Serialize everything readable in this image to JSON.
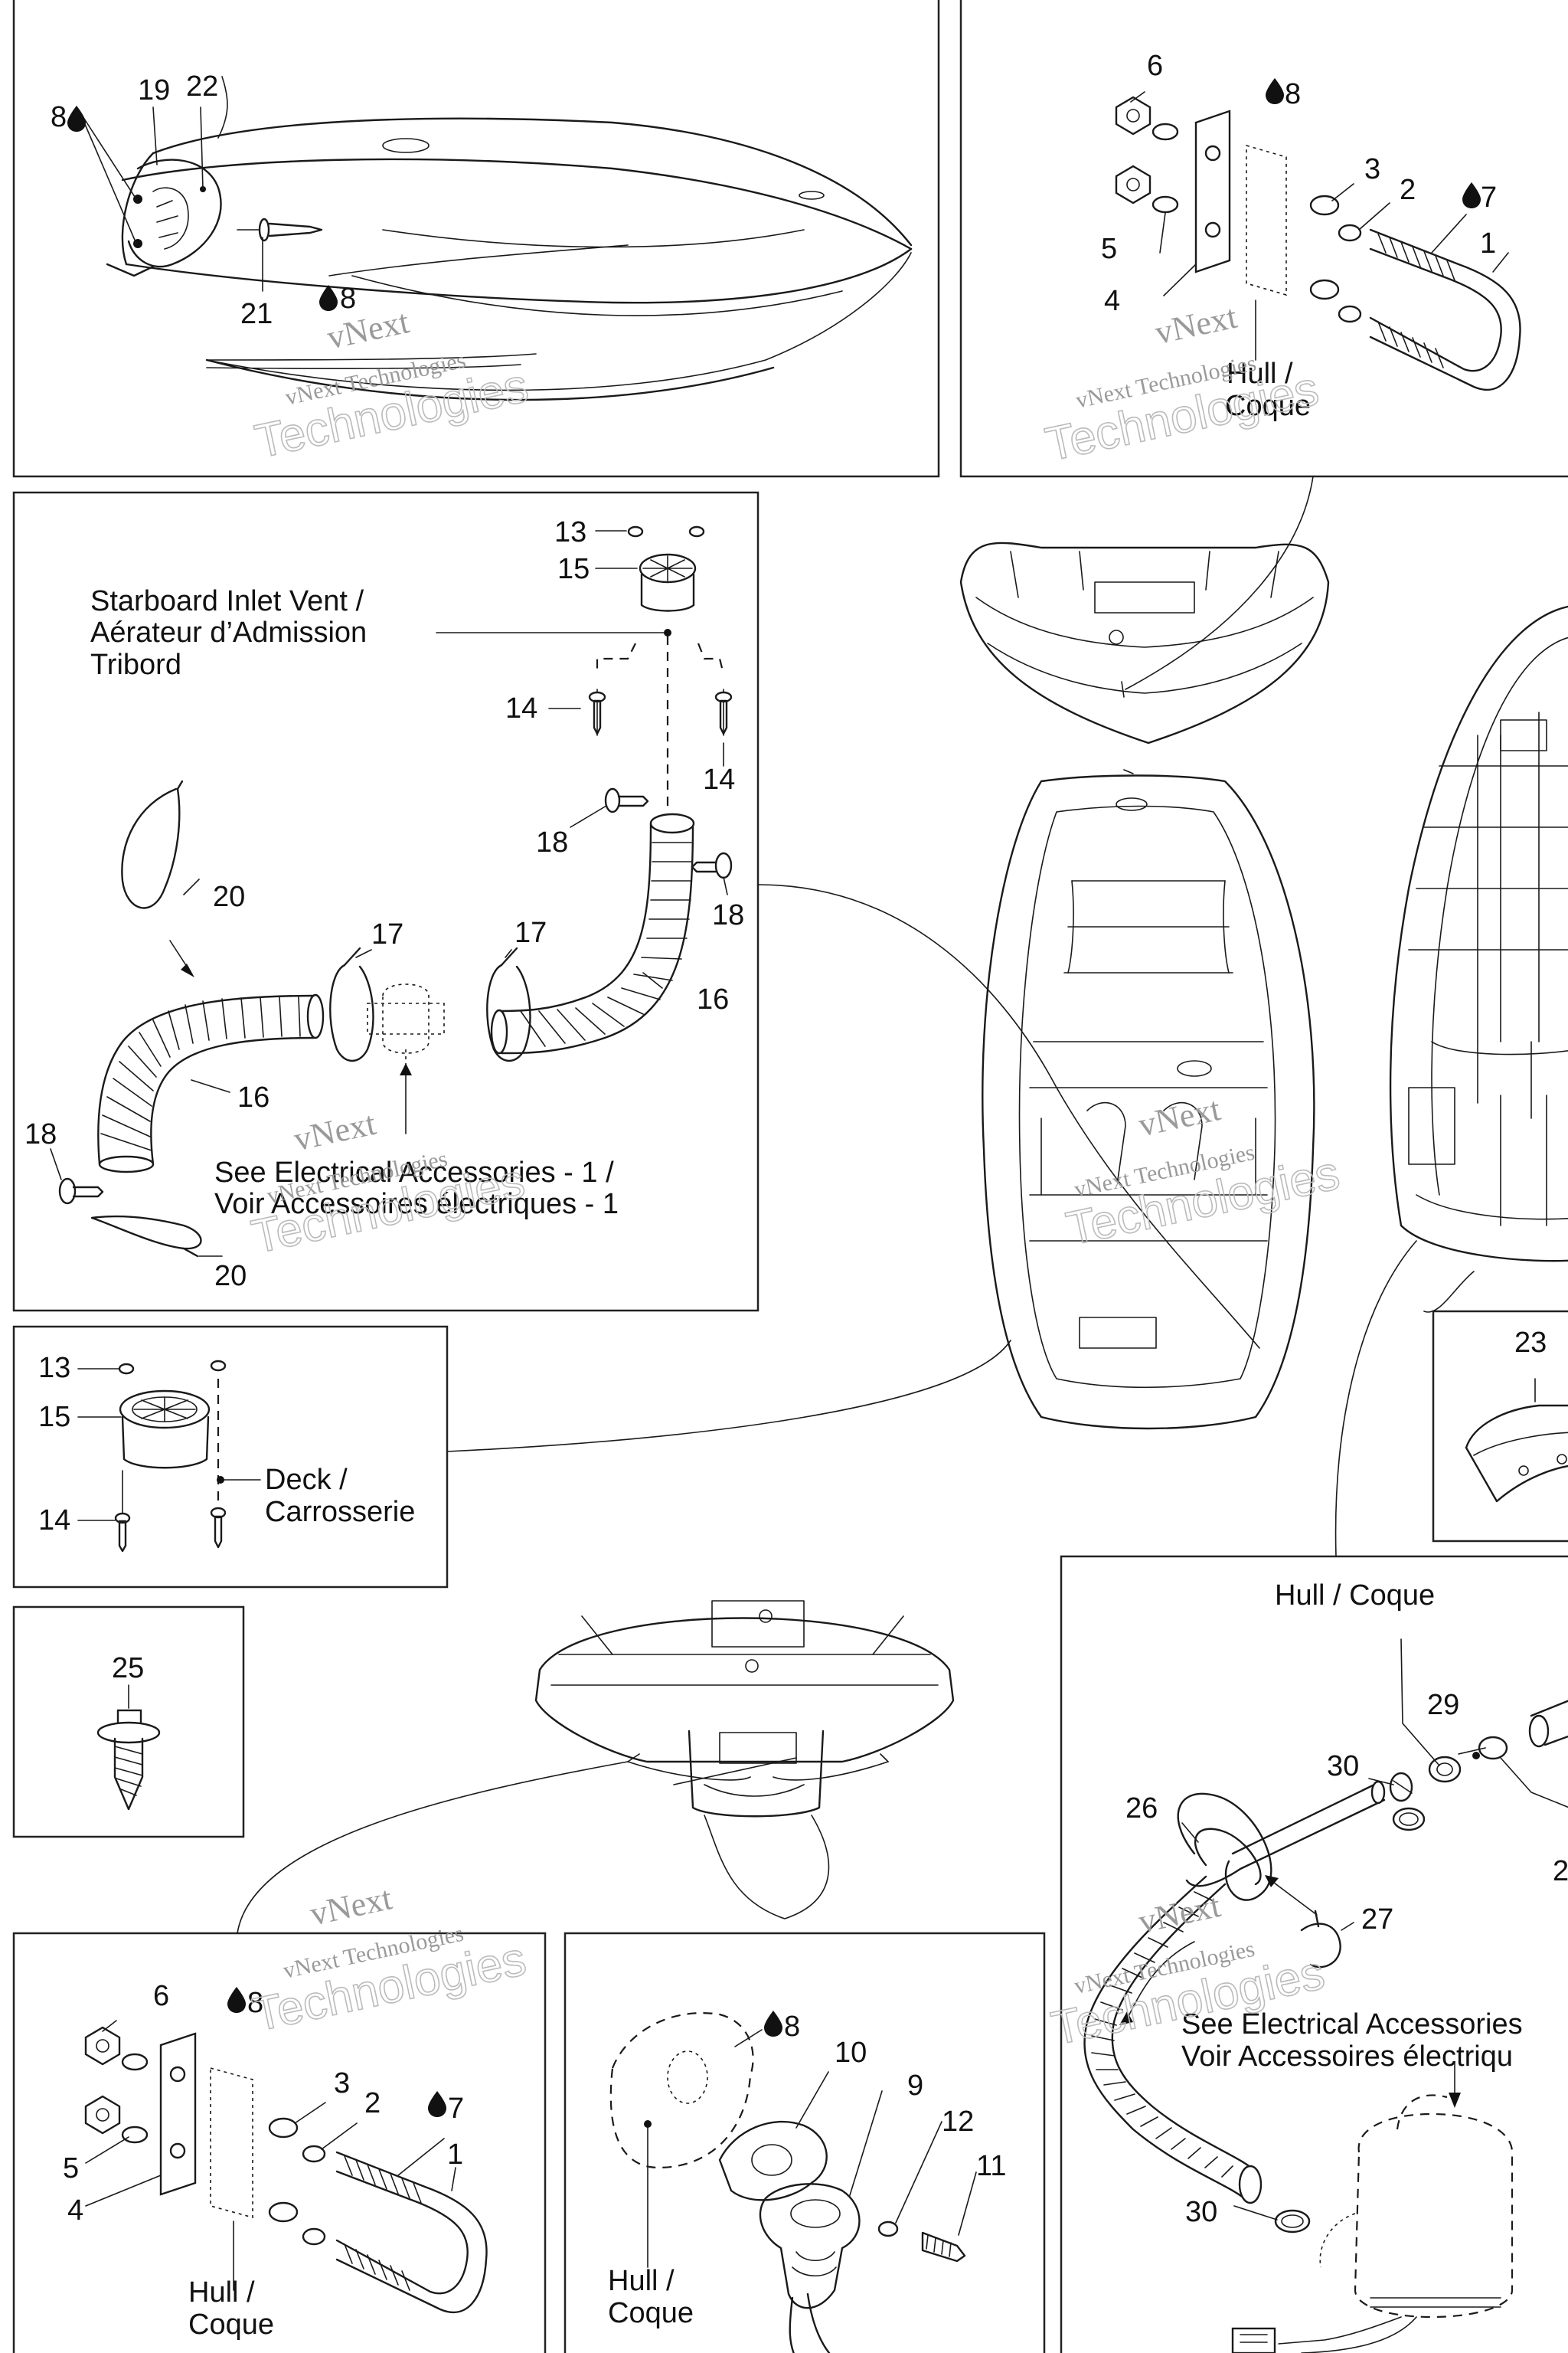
{
  "watermark": {
    "line1": "vNext",
    "line2": "Technologies",
    "line3": "vNext Technologies"
  },
  "liquid_icon": "drop-icon",
  "parts": {
    "p1": "1",
    "p2": "2",
    "p3": "3",
    "p4": "4",
    "p5": "5",
    "p6": "6",
    "p7": "7",
    "p8": "8",
    "p9": "9",
    "p10": "10",
    "p11": "11",
    "p12": "12",
    "p13": "13",
    "p14": "14",
    "p15": "15",
    "p16": "16",
    "p17": "17",
    "p18": "18",
    "p19": "19",
    "p20": "20",
    "p21": "21",
    "p22": "22",
    "p23": "23",
    "p25": "25",
    "p26": "26",
    "p27": "27",
    "p29": "29",
    "p30": "30",
    "p28_partial": "2"
  },
  "labels": {
    "hull_coque_l1": "Hull /",
    "hull_coque_l2": "Coque",
    "hull_coque_inline": "Hull / Coque",
    "starboard_l1": "Starboard Inlet Vent /",
    "starboard_l2": "Aérateur d’Admission",
    "starboard_l3": "Tribord",
    "electrical_l1": "See Electrical Accessories - 1 /",
    "electrical_l2": "Voir Accessoires électriques - 1",
    "electrical_partial_l1": "See Electrical Accessories",
    "electrical_partial_l2": "Voir Accessoires électriqu",
    "deck_l1": "Deck /",
    "deck_l2": "Carrosserie"
  }
}
